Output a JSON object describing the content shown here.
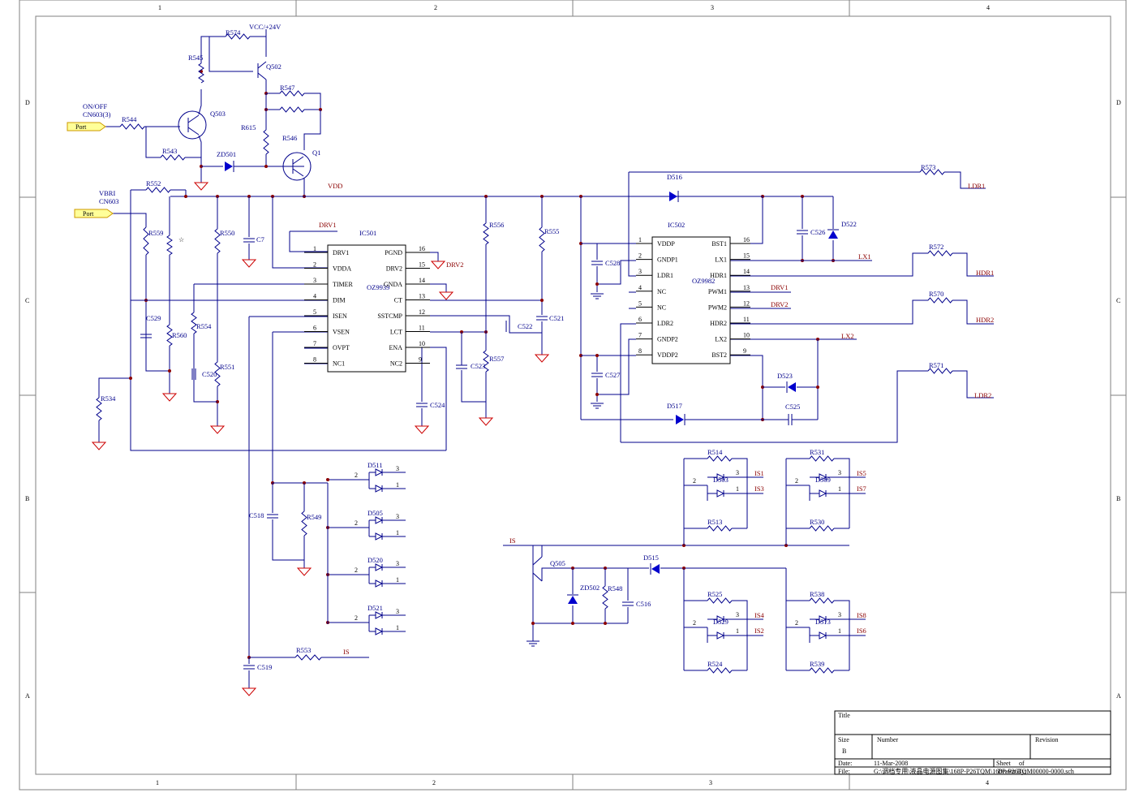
{
  "frame": {
    "col_labels": [
      "1",
      "2",
      "3",
      "4"
    ],
    "row_labels": [
      "D",
      "C",
      "B",
      "A"
    ]
  },
  "ports": [
    {
      "id": "port-onoff",
      "label": "Port",
      "net": "ON/OFF",
      "connector": "CN603(3)"
    },
    {
      "id": "port-vbri",
      "label": "Port",
      "net": "VBRI",
      "connector": "CN603"
    }
  ],
  "nets": {
    "vcc": "VCC/+24V",
    "vdd": "VDD",
    "drv1": "DRV1",
    "drv2": "DRV2",
    "lx1": "LX1",
    "lx2": "LX2",
    "ldr1": "LDR1",
    "ldr2": "LDR2",
    "hdr1": "HDR1",
    "hdr2": "HDR2",
    "is": "IS",
    "is_list": [
      "IS1",
      "IS3",
      "IS5",
      "IS7",
      "IS4",
      "IS2",
      "IS8",
      "IS6"
    ]
  },
  "ic501": {
    "ref": "IC501",
    "part": "OZ9939",
    "left_pins": [
      {
        "num": "1",
        "name": "DRV1"
      },
      {
        "num": "2",
        "name": "VDDA"
      },
      {
        "num": "3",
        "name": "TIMER"
      },
      {
        "num": "4",
        "name": "DIM"
      },
      {
        "num": "5",
        "name": "ISEN"
      },
      {
        "num": "6",
        "name": "VSEN"
      },
      {
        "num": "7",
        "name": "OVPT"
      },
      {
        "num": "8",
        "name": "NC1"
      }
    ],
    "right_pins": [
      {
        "num": "16",
        "name": "PGND"
      },
      {
        "num": "15",
        "name": "DRV2"
      },
      {
        "num": "14",
        "name": "GNDA"
      },
      {
        "num": "13",
        "name": "CT"
      },
      {
        "num": "12",
        "name": "SSTCMP"
      },
      {
        "num": "11",
        "name": "LCT"
      },
      {
        "num": "10",
        "name": "ENA"
      },
      {
        "num": "9",
        "name": "NC2"
      }
    ]
  },
  "ic502": {
    "ref": "IC502",
    "part": "OZ9982",
    "left_pins": [
      {
        "num": "1",
        "name": "VDDP"
      },
      {
        "num": "2",
        "name": "GNDP1"
      },
      {
        "num": "3",
        "name": "LDR1"
      },
      {
        "num": "4",
        "name": "NC"
      },
      {
        "num": "5",
        "name": "NC"
      },
      {
        "num": "6",
        "name": "LDR2"
      },
      {
        "num": "7",
        "name": "GNDP2"
      },
      {
        "num": "8",
        "name": "VDDP2"
      }
    ],
    "right_pins": [
      {
        "num": "16",
        "name": "BST1"
      },
      {
        "num": "15",
        "name": "LX1"
      },
      {
        "num": "14",
        "name": "HDR1"
      },
      {
        "num": "13",
        "name": "PWM1"
      },
      {
        "num": "12",
        "name": "PWM2"
      },
      {
        "num": "11",
        "name": "HDR2"
      },
      {
        "num": "10",
        "name": "LX2"
      },
      {
        "num": "9",
        "name": "BST2"
      }
    ]
  },
  "refs": {
    "R574": "R574",
    "R545": "R545",
    "Q502": "Q502",
    "R547": "R547",
    "Q503": "Q503",
    "R544": "R544",
    "R543": "R543",
    "R615": "R615",
    "R546": "R546",
    "Q1": "Q1",
    "ZD501": "ZD501",
    "R552": "R552",
    "R559": "R559",
    "R550": "R550",
    "C7": "C7",
    "C529": "C529",
    "R560": "R560",
    "R554": "R554",
    "C520": "C520",
    "R551": "R551",
    "R534": "R534",
    "R556": "R556",
    "R555": "R555",
    "C521": "C521",
    "C522": "C522",
    "R557": "R557",
    "C523": "C523",
    "C524": "C524",
    "D516": "D516",
    "R573": "R573",
    "D522": "D522",
    "C526": "C526",
    "C528": "C528",
    "R572": "R572",
    "R570": "R570",
    "C527": "C527",
    "D523": "D523",
    "C525": "C525",
    "D517": "D517",
    "R571": "R571",
    "D511": "D511",
    "D505": "D505",
    "D520": "D520",
    "D521": "D521",
    "C518": "C518",
    "R549": "R549",
    "R553": "R553",
    "C519": "C519",
    "Q505": "Q505",
    "ZD502": "ZD502",
    "R548": "R548",
    "C516": "C516",
    "D515": "D515",
    "R514": "R514",
    "D503": "D503",
    "R513": "R513",
    "R531": "R531",
    "D509": "D509",
    "R530": "R530",
    "R525": "R525",
    "D529": "D529",
    "R524": "R524",
    "R538": "R538",
    "D513": "D513",
    "R539": "R539"
  },
  "title_block": {
    "title_label": "Title",
    "size_label": "Size",
    "size_value": "B",
    "number_label": "Number",
    "revision_label": "Revision",
    "date_label": "Date:",
    "date_value": "11-Mar-2008",
    "sheet_label": "Sheet",
    "of_label": "of",
    "file_label": "File:",
    "file_value": "G:\\调档专用\\液晶电源图集\\168P-P26TQM\\168P-P26TQM00000-0000.sch",
    "drawn_label": "Drawn By:"
  }
}
